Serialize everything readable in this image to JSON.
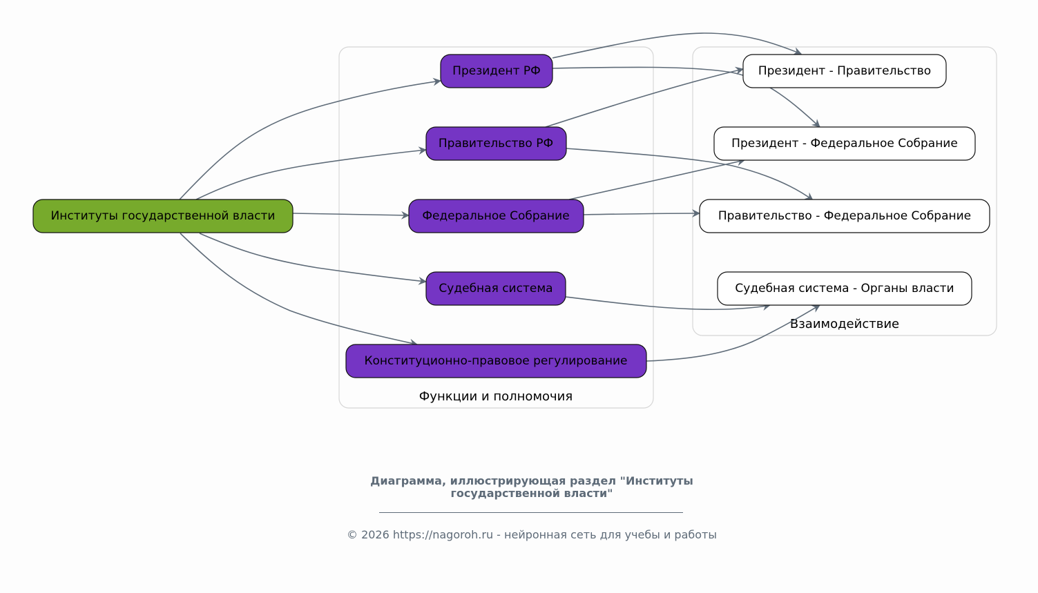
{
  "diagram": {
    "root": {
      "id": "root",
      "label": "Институты государственной власти",
      "color": "#77aa2c"
    },
    "clusters": [
      {
        "id": "functions",
        "label": "Функции и полномочия",
        "node_color": "#7535c4",
        "nodes": [
          {
            "id": "president",
            "label": "Президент РФ"
          },
          {
            "id": "government",
            "label": "Правительство РФ"
          },
          {
            "id": "assembly",
            "label": "Федеральное Собрание"
          },
          {
            "id": "judiciary",
            "label": "Судебная система"
          },
          {
            "id": "constitution",
            "label": "Конституционно-правовое регулирование"
          }
        ]
      },
      {
        "id": "interaction",
        "label": "Взаимодействие",
        "node_color": "#ffffff",
        "nodes": [
          {
            "id": "pres_gov",
            "label": "Президент - Правительство"
          },
          {
            "id": "pres_assembly",
            "label": "Президент - Федеральное Собрание"
          },
          {
            "id": "gov_assembly",
            "label": "Правительство - Федеральное Собрание"
          },
          {
            "id": "jud_power",
            "label": "Судебная система - Органы власти"
          }
        ]
      }
    ],
    "edges": [
      {
        "from": "root",
        "to": "president"
      },
      {
        "from": "root",
        "to": "government"
      },
      {
        "from": "root",
        "to": "assembly"
      },
      {
        "from": "root",
        "to": "judiciary"
      },
      {
        "from": "root",
        "to": "constitution"
      },
      {
        "from": "president",
        "to": "pres_gov"
      },
      {
        "from": "president",
        "to": "pres_assembly"
      },
      {
        "from": "government",
        "to": "pres_gov"
      },
      {
        "from": "government",
        "to": "gov_assembly"
      },
      {
        "from": "assembly",
        "to": "pres_assembly"
      },
      {
        "from": "assembly",
        "to": "gov_assembly"
      },
      {
        "from": "judiciary",
        "to": "jud_power"
      },
      {
        "from": "constitution",
        "to": "jud_power"
      }
    ],
    "edge_color": "#5e6b78"
  },
  "caption": {
    "title_line1": "Диаграмма, иллюстрирующая раздел \"Институты",
    "title_line2": "государственной власти\"",
    "footer": "© 2026 https://nagoroh.ru - нейронная сеть для учебы и работы"
  }
}
